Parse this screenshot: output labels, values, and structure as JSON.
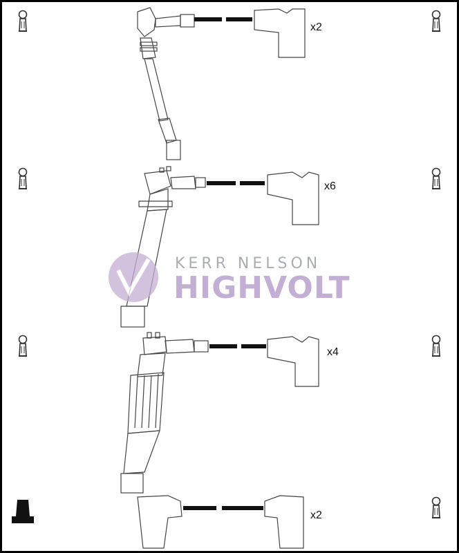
{
  "watermark": {
    "line1": "KERR NELSON",
    "line2": "HIGHVOLT",
    "color": "#c3aed4"
  },
  "assemblies": [
    {
      "quantity_label": "x2"
    },
    {
      "quantity_label": "x6"
    },
    {
      "quantity_label": "x4"
    },
    {
      "quantity_label": "x2"
    }
  ],
  "icons": {
    "terminal": "spark-plug-terminal-icon",
    "ground": "ground-connector-icon"
  },
  "colors": {
    "line": "#333333",
    "cable": "#111111",
    "border": "#000000"
  }
}
